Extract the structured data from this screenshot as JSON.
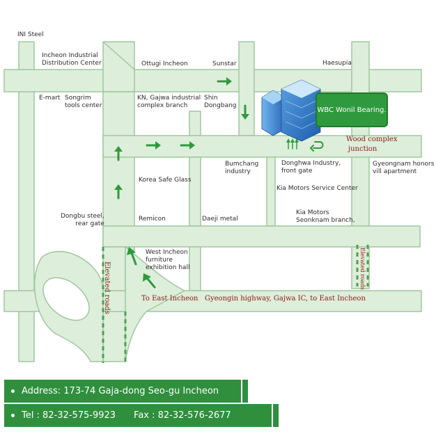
{
  "places": {
    "ini_steel": "INI Steel",
    "incheon_industrial_l1": "Incheon Industrial",
    "incheon_industrial_l2": "Distribution Center",
    "ottugi": "Ottugi Incheon",
    "sunstar": "Sunstar",
    "haesupia": "Haesupia",
    "emart": "E-mart",
    "songrim_l1": "Songrim",
    "songrim_l2": "tools center",
    "kn_l1": "KN, Gajwa industrial",
    "kn_l2": "complex branch",
    "shin_l1": "Shin",
    "shin_l2": "Dongbang",
    "bumchang_l1": "Bumchang",
    "bumchang_l2": "industry",
    "donghwa_l1": "Donghwa Industry,",
    "donghwa_l2": "front gate",
    "gyeongnam_l1": "Gyeongnam honors",
    "gyeongnam_l2": "vill apartment",
    "korea_safe_glass": "Korea Safe Glass",
    "kia_service": "Kia Motors Service Center",
    "kia_l1": "Kia Motors",
    "kia_l2": "Seonknam branch,",
    "dongbu_l1": "Dongbu steel,",
    "dongbu_l2": "rear gate",
    "remicon": "Remicon",
    "daeji": "Daeji metal",
    "west_l1": "West Incheon",
    "west_l2": "furniture",
    "west_l3": "exhibition hall"
  },
  "road_labels": {
    "wood_l1": "Wood complex",
    "wood_l2": "junction",
    "elevated_left": "Elevated roads",
    "elevated_right": "Elevated roads",
    "to_east": "To East Incheon",
    "gyeongin": "Gyeongin highway, Gajwa IC, to East Incheon"
  },
  "destination": "WBC Wonil Bearing.",
  "info": {
    "address": "Address: 173-74 Gaja-dong Seo-gu Incheon",
    "tel": "Tel : 82-32-575-9923",
    "fax": "Fax : 82-32-576-2677"
  },
  "colors": {
    "road_fill": "#ddeedb",
    "road_stroke": "#9fc79d",
    "arrow": "#2e9a3c",
    "brand_green": "#2f8f3d",
    "label_red": "#8a1a10"
  },
  "icons": {
    "arrow": "arrow-icon",
    "building": "building-icon"
  }
}
